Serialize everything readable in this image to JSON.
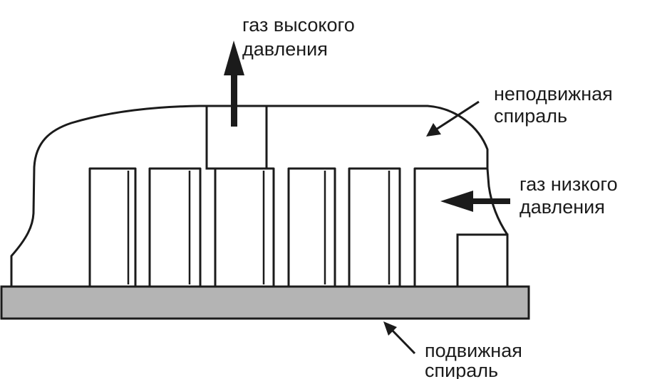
{
  "labels": {
    "high_pressure_gas": [
      "газ высокого",
      "давления"
    ],
    "fixed_scroll": [
      "неподвижная",
      "спираль"
    ],
    "low_pressure_gas": [
      "газ низкого",
      "давления"
    ],
    "moving_scroll": [
      "подвижная",
      "спираль"
    ]
  },
  "colors": {
    "line": "#1b1b1b",
    "moving_scroll_fill": "#b4b4b4",
    "fixed_scroll_fill": "#ffffff",
    "background": "#ffffff"
  }
}
